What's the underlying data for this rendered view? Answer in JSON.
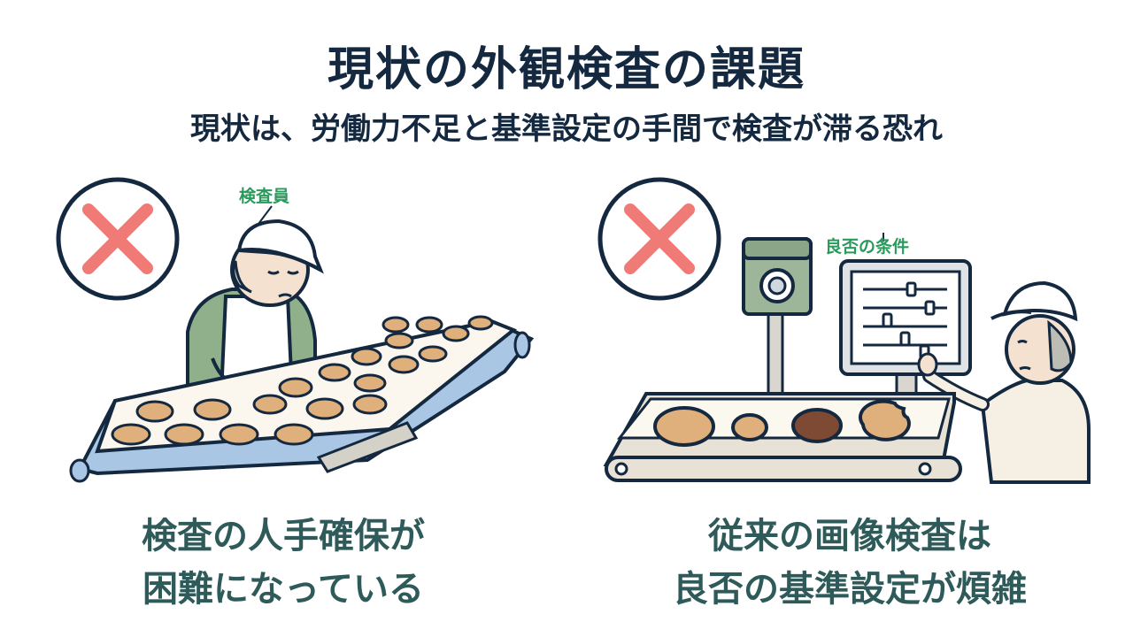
{
  "title": "現状の外観検査の課題",
  "subtitle": "現状は、労働力不足と基準設定の手間で検査が滞る恐れ",
  "left_panel": {
    "callout": "検査員",
    "caption_line1": "検査の人手確保が",
    "caption_line2": "困難になっている",
    "status_icon": "cross-icon"
  },
  "right_panel": {
    "callout": "良否の条件",
    "caption_line1": "従来の画像検査は",
    "caption_line2": "良否の基準設定が煩雑",
    "status_icon": "cross-icon"
  },
  "colors": {
    "title": "#14283f",
    "caption": "#2f5a5a",
    "callout": "#2a9a5c",
    "cross": "#f07a76",
    "conveyor_left": "#a9c6e4",
    "conveyor_right": "#e8e2d6",
    "cookie": "#e0b07c",
    "worker_shirt": "#8fb08a"
  }
}
